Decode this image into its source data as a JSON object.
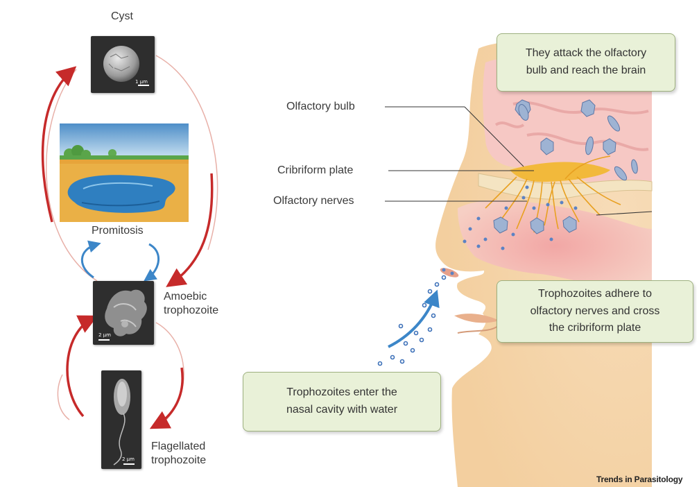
{
  "lifecycle": {
    "cyst_label": "Cyst",
    "promitosis_label": "Promitosis",
    "amoebic_label": [
      "Amoebic",
      "trophozoite"
    ],
    "flagellated_label": [
      "Flagellated",
      "trophozoite"
    ],
    "scale_cyst": "1 µm",
    "scale_amoebic": "2 µm",
    "scale_flagellated": "2 µm"
  },
  "anatomy": {
    "olfactory_bulb": "Olfactory bulb",
    "cribriform_plate": "Cribriform plate",
    "olfactory_nerves": "Olfactory nerves"
  },
  "callouts": {
    "brain": [
      "They attack the olfactory",
      "bulb and reach the brain"
    ],
    "adhere": [
      "Trophozoites adhere to",
      "olfactory nerves and cross",
      "the cribriform plate"
    ],
    "enter": [
      "Trophozoites enter the",
      "nasal cavity with water"
    ]
  },
  "credit": "Trends in Parasitology",
  "colors": {
    "cycle_arrow": "#c62a2a",
    "promitosis_arrow": "#3c86c8",
    "callout_fill": "#e9f1d8",
    "skin": "#f6d9b4",
    "brain": "#f6c0c0",
    "amoeba": "#9eb3d3"
  }
}
